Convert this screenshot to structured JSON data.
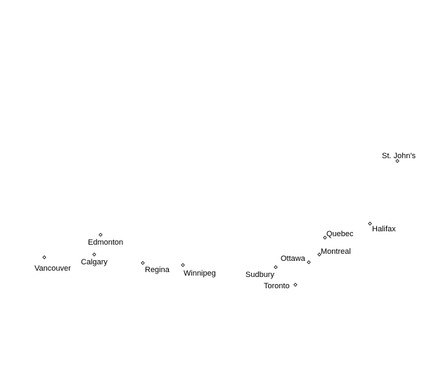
{
  "map": {
    "marker_color": "#000000",
    "background_color": "#ffffff",
    "cities": [
      {
        "id": "st-johns",
        "name": "St. John's"
      },
      {
        "id": "halifax",
        "name": "Halifax"
      },
      {
        "id": "quebec",
        "name": "Quebec"
      },
      {
        "id": "montreal",
        "name": "Montreal"
      },
      {
        "id": "ottawa",
        "name": "Ottawa"
      },
      {
        "id": "sudbury",
        "name": "Sudbury"
      },
      {
        "id": "toronto",
        "name": "Toronto"
      },
      {
        "id": "winnipeg",
        "name": "Winnipeg"
      },
      {
        "id": "regina",
        "name": "Regina"
      },
      {
        "id": "edmonton",
        "name": "Edmonton"
      },
      {
        "id": "calgary",
        "name": "Calgary"
      },
      {
        "id": "vancouver",
        "name": "Vancouver"
      }
    ]
  }
}
